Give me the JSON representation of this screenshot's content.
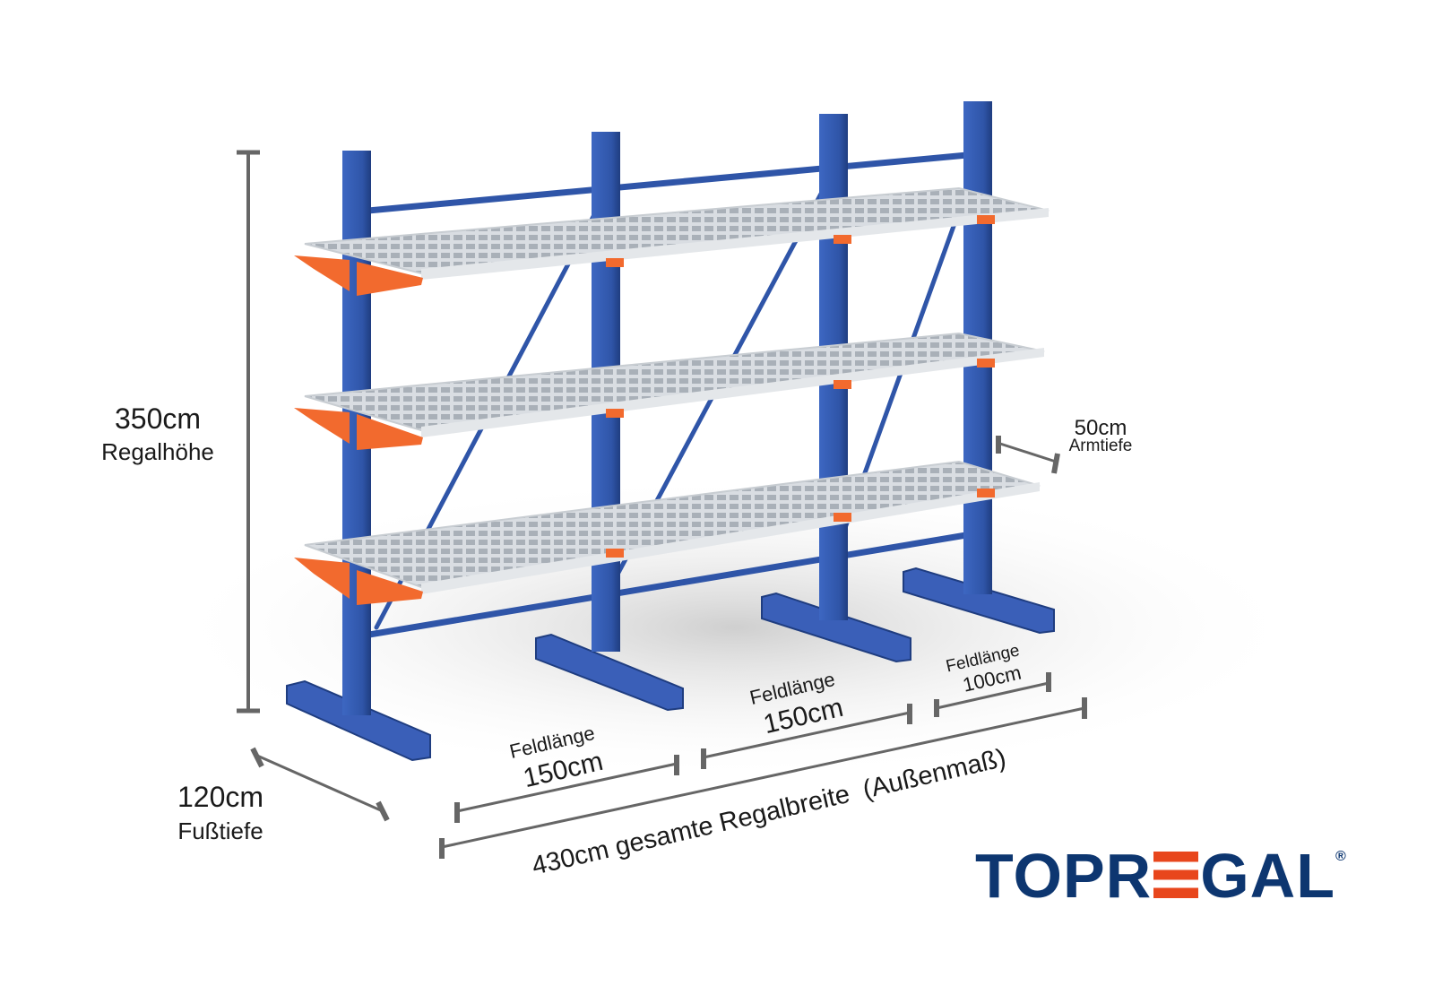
{
  "dimensions": {
    "height_value": "350cm",
    "height_label": "Regalhöhe",
    "foot_depth_value": "120cm",
    "foot_depth_label": "Fußtiefe",
    "arm_depth_value": "50cm",
    "arm_depth_label": "Armtiefe",
    "fields": [
      {
        "label": "Feldlänge",
        "value": "150cm"
      },
      {
        "label": "Feldlänge",
        "value": "150cm"
      },
      {
        "label": "Feldlänge",
        "value": "100cm"
      }
    ],
    "total_width": "430cm gesamte Regalbreite  (Außenmaß)"
  },
  "logo": {
    "text_before": "TOPR",
    "text_after": "GAL",
    "registered": "®",
    "full": "TOPREGAL"
  },
  "colors": {
    "steel_blue": "#2f55a8",
    "arm_orange": "#f26a2e",
    "logo_blue": "#0d3670",
    "logo_orange": "#e8461c",
    "dim_gray": "#666666"
  }
}
